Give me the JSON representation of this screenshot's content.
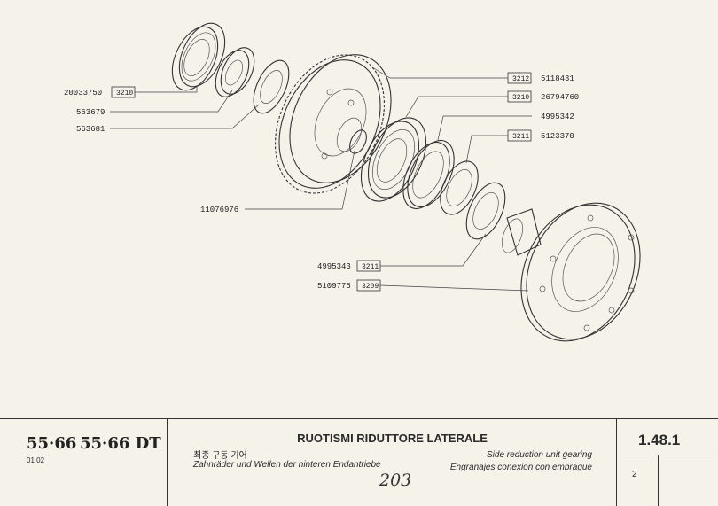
{
  "diagram": {
    "callouts": [
      {
        "part": "20033750",
        "ref": "3210"
      },
      {
        "part": "563679",
        "ref": ""
      },
      {
        "part": "563681",
        "ref": ""
      },
      {
        "part": "5118431",
        "ref": "3212"
      },
      {
        "part": "26794760",
        "ref": "3210"
      },
      {
        "part": "4995342",
        "ref": ""
      },
      {
        "part": "5123370",
        "ref": "3211"
      },
      {
        "part": "11076976",
        "ref": ""
      },
      {
        "part": "4995343",
        "ref": "3211"
      },
      {
        "part": "5109775",
        "ref": "3209"
      }
    ]
  },
  "title_block": {
    "model_a": "55·66",
    "model_b": "55·66 DT",
    "edition": "01 02",
    "title_it": "RUOTISMI RIDUTTORE LATERALE",
    "title_ko": "최종 구동 기어",
    "title_de": "Zahnräder und Wellen der hinteren Endantriebe",
    "title_en": "Side reduction unit gearing",
    "title_es": "Engranajes conexion con embrague",
    "handwritten_page": "203",
    "code": "1.48.1",
    "page_count": "2"
  }
}
